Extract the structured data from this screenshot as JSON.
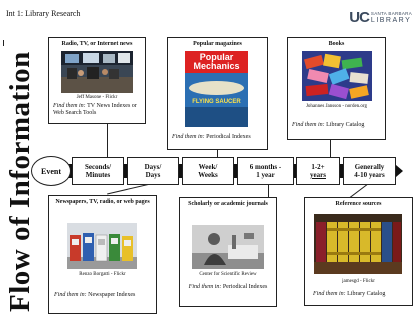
{
  "header": {
    "title": "Int 1: Library Research",
    "logo_uc": "UC",
    "logo_sb": "SANTA BARBARA",
    "logo_lib": "LIBRARY"
  },
  "side_title": "Flow of Information",
  "event": "Event",
  "timeline": [
    {
      "l1": "Seconds/",
      "l2": "Minutes"
    },
    {
      "l1": "Days/",
      "l2": "Days"
    },
    {
      "l1": "Week/",
      "l2": "Weeks"
    },
    {
      "l1": "6 months -",
      "l2": "1 year"
    },
    {
      "l1": "1-2+",
      "l2": "years"
    },
    {
      "l1": "Generally",
      "l2": "4-10 years"
    }
  ],
  "cards": {
    "radio": {
      "title": "Radio, TV, or Internet news",
      "caption": "Jeff Masone - Flickr",
      "find_prefix": "Find them in:",
      "find_text": "TV News Indexes or Web Search Tools"
    },
    "magazines": {
      "title": "Popular magazines",
      "cover_title": "Popular Mechanics",
      "cover_sub": "FLYING SAUCER",
      "find_prefix": "Find them in:",
      "find_text": "Periodical Indexes"
    },
    "books": {
      "title": "Books",
      "caption": "Johannes Jansson - norden.org",
      "find_prefix": "Find them in:",
      "find_text": "Library Catalog"
    },
    "newspapers": {
      "title": "Newspapers, TV, radio, or web pages",
      "caption": "Renzo Borgatti - Flickr",
      "find_prefix": "Find them in:",
      "find_text": "Newspaper Indexes"
    },
    "scholarly": {
      "title": "Scholarly or academic journals",
      "caption": "Center for Scientific Review",
      "find_prefix": "Find them in:",
      "find_text": "Periodical Indexes"
    },
    "reference": {
      "title": "Reference sources",
      "caption": "jamesgd - Flickr",
      "find_prefix": "Find them in:",
      "find_text": "Library Catalog"
    }
  }
}
